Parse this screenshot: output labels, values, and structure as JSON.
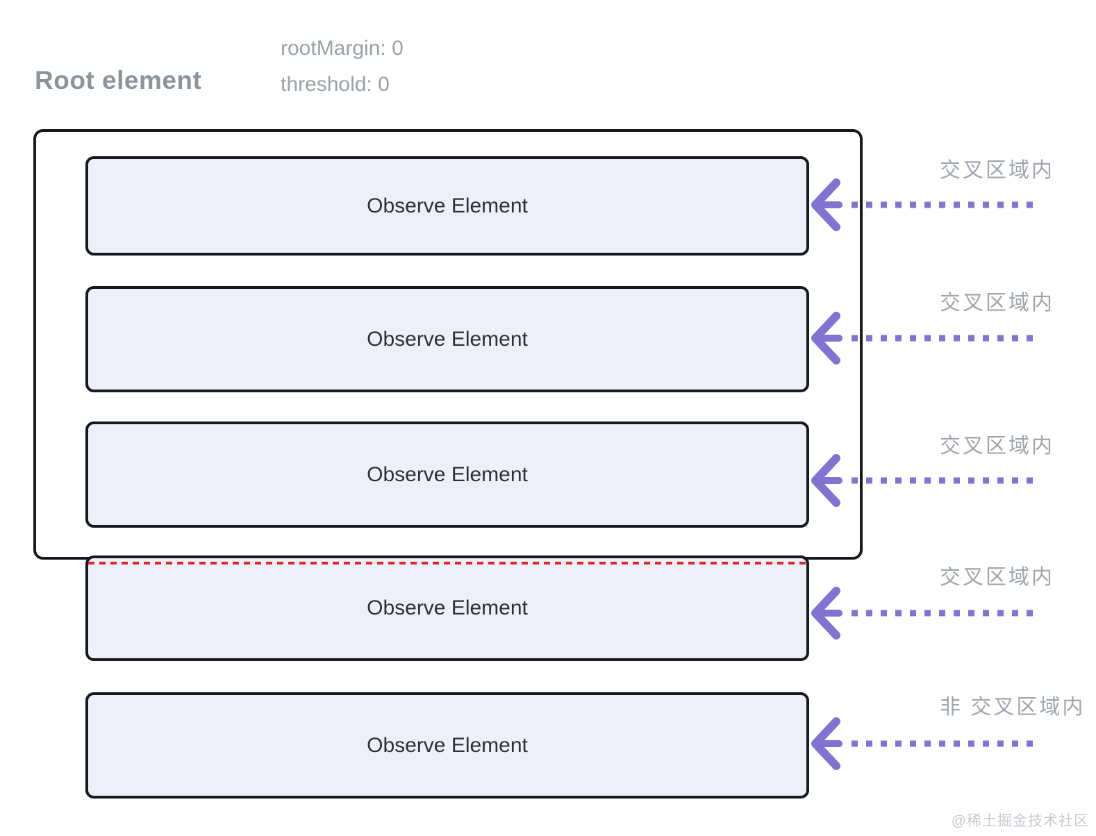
{
  "header": {
    "root_element_label": "Root element",
    "root_margin": "rootMargin: 0",
    "threshold": "threshold: 0"
  },
  "boxes": [
    {
      "label": "Observe Element",
      "status": "交叉区域内"
    },
    {
      "label": "Observe Element",
      "status": "交叉区域内"
    },
    {
      "label": "Observe Element",
      "status": "交叉区域内"
    },
    {
      "label": "Observe Element",
      "status": "交叉区域内"
    },
    {
      "label": "Observe Element",
      "status": "非 交叉区域内"
    }
  ],
  "watermark": "@稀土掘金技术社区",
  "icons": {
    "arrow": "dotted-arrow-pointing-left"
  },
  "colors": {
    "accent_purple": "#8273d2",
    "boundary_red": "#e12626",
    "box_fill": "#edf0f8",
    "border_dark": "#17191f",
    "status_gray": "#a0a5ae",
    "heading_gray": "#8d939c"
  }
}
